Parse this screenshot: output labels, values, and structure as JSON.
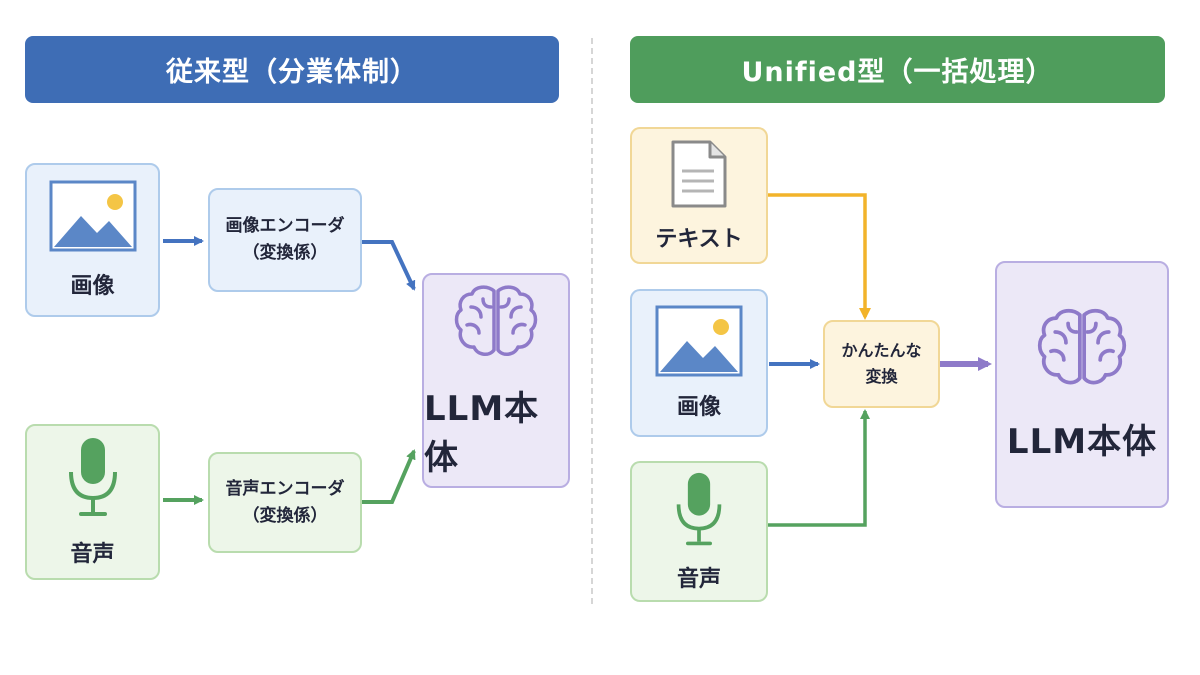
{
  "left": {
    "title": "従来型（分業体制）",
    "image_label": "画像",
    "image_encoder_label": "画像エンコーダ\n（変換係）",
    "audio_label": "音声",
    "audio_encoder_label": "音声エンコーダ\n（変換係）",
    "llm_label": "LLM本体"
  },
  "right": {
    "title": "Unified型（一括処理）",
    "text_label": "テキスト",
    "image_label": "画像",
    "audio_label": "音声",
    "converter_label": "かんたんな\n変換",
    "llm_label": "LLM本体"
  },
  "colors": {
    "header_blue": "#3e6db5",
    "header_green": "#4f9d5c",
    "arrow_blue": "#4473c0",
    "arrow_green": "#55a25f",
    "arrow_yellow": "#f2b32a",
    "arrow_purple": "#8e7ac9",
    "brain": "#8e7ac9"
  },
  "icons": [
    "image-icon",
    "microphone-icon",
    "brain-icon",
    "document-icon"
  ]
}
